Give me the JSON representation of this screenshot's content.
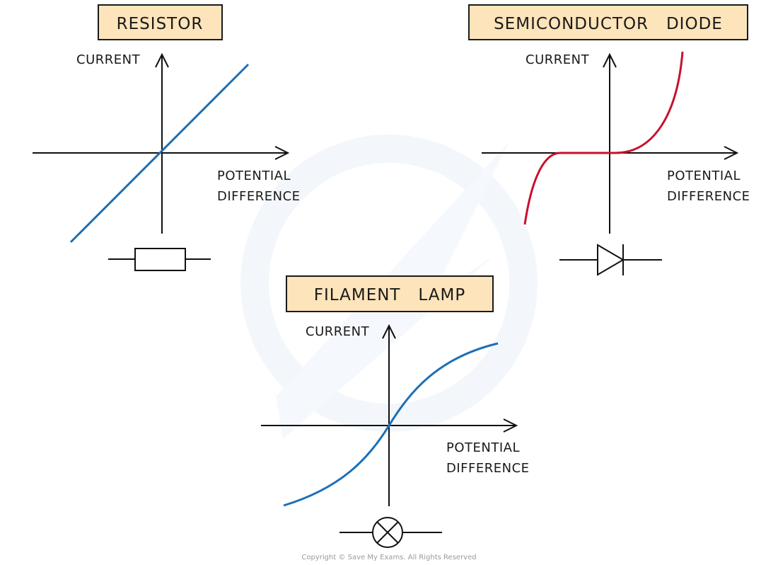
{
  "colors": {
    "title_box_fill": "#fde4bb",
    "resistor_curve": "#1a6fb8",
    "diode_curve": "#c8102e",
    "lamp_curve": "#1a6fb8",
    "watermark": "#eaf1f8"
  },
  "panels": [
    {
      "id": "resistor",
      "title": "RESISTOR",
      "y_label": "CURRENT",
      "x_label_line1": "POTENTIAL",
      "x_label_line2": "DIFFERENCE",
      "symbol": "resistor-symbol",
      "curve": "linear through origin"
    },
    {
      "id": "diode",
      "title": "SEMICONDUCTOR   DIODE",
      "y_label": "CURRENT",
      "x_label_line1": "POTENTIAL",
      "x_label_line2": "DIFFERENCE",
      "symbol": "diode-symbol",
      "curve": "zero current until threshold, then steep rise (both directions)"
    },
    {
      "id": "lamp",
      "title": "FILAMENT   LAMP",
      "y_label": "CURRENT",
      "x_label_line1": "POTENTIAL",
      "x_label_line2": "DIFFERENCE",
      "symbol": "lamp-symbol",
      "curve": "S-shaped through origin, flattening at high values"
    }
  ],
  "footer": {
    "copyright": "Copyright © Save My Exams. All Rights Reserved"
  }
}
